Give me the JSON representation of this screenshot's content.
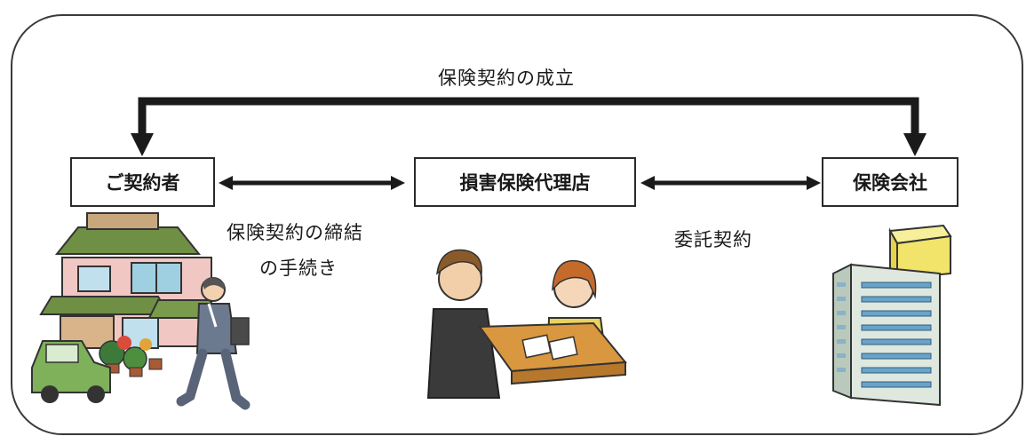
{
  "diagram": {
    "top_label": "保険契約の成立",
    "nodes": {
      "policyholder": "ご契約者",
      "agency": "損害保険代理店",
      "insurer": "保険会社"
    },
    "edges": {
      "left_line1": "保険契約の締結",
      "left_line2": "の手続き",
      "right": "委託契約"
    }
  }
}
